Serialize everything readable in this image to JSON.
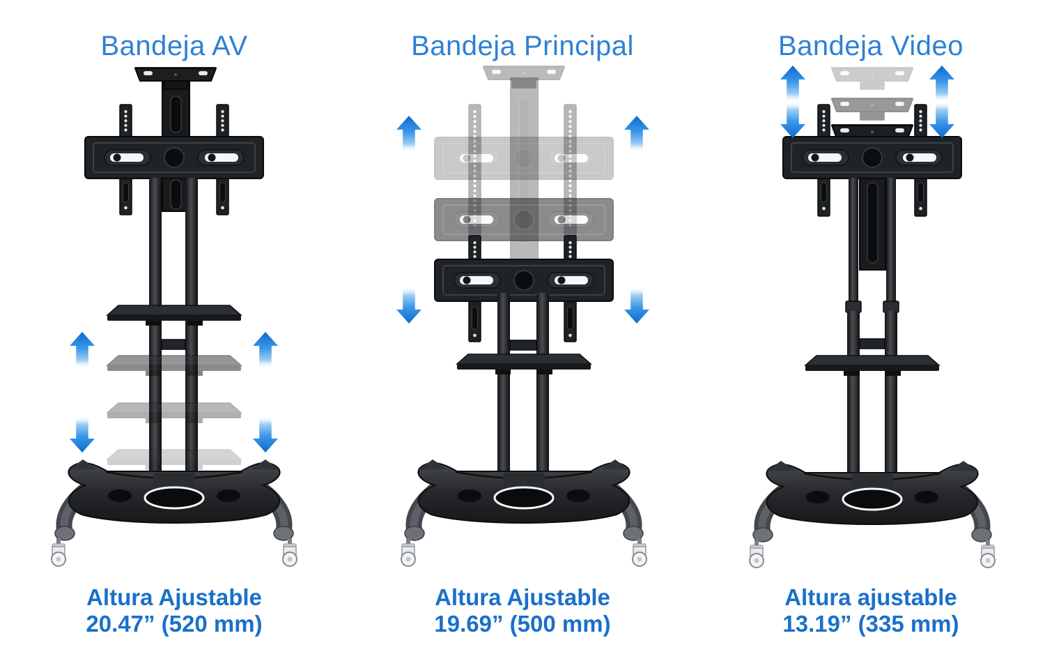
{
  "colors": {
    "title_blue": "#2e80d5",
    "caption_blue": "#1a70ca",
    "arrow_blue_dark": "#0d6bcd",
    "arrow_blue_mid": "#3b97e8",
    "arrow_blue_light": "#9ccdf4",
    "arrow_blue_fade": "#ffffff"
  },
  "icons": {
    "up_arrow": "blue gradient up arrow (height adjust up)",
    "down_arrow": "blue gradient down arrow (height adjust down)"
  },
  "panels": [
    {
      "title": "Bandeja AV",
      "caption_line1": "Altura Ajustable",
      "caption_line2": "20.47” (520 mm)"
    },
    {
      "title": "Bandeja Principal",
      "caption_line1": "Altura Ajustable",
      "caption_line2": "19.69” (500 mm)"
    },
    {
      "title": "Bandeja Video",
      "caption_line1": "Altura ajustable",
      "caption_line2": "13.19” (335 mm)"
    }
  ]
}
